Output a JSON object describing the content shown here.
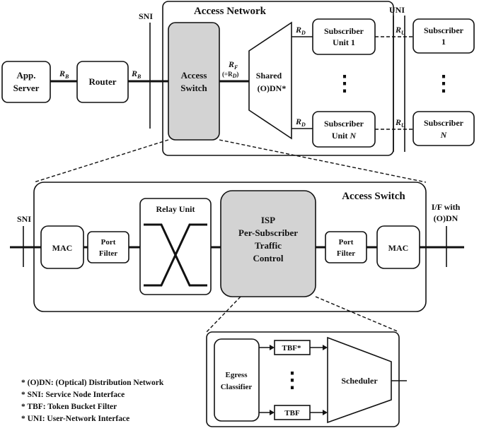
{
  "top": {
    "access_network_title": "Access Network",
    "sni": "SNI",
    "uni": "UNI",
    "app_server": [
      "App.",
      "Server"
    ],
    "router": "Router",
    "access_switch": [
      "Access",
      "Switch"
    ],
    "rate_b": "R",
    "rate_b_sub": "B",
    "rate_f": "R",
    "rate_f_sub": "F",
    "rate_f_eq": "(=R",
    "rate_f_eq_sub": "D",
    "rate_f_eq_close": ")",
    "shared_odn": [
      "Shared",
      "(O)DN*"
    ],
    "rate_d": "R",
    "rate_d_sub": "D",
    "rate_u": "R",
    "rate_u_sub": "U",
    "subscriber_unit_1": [
      "Subscriber",
      "Unit 1"
    ],
    "subscriber_unit_n": [
      "Subscriber",
      "Unit "
    ],
    "subscriber_1": [
      "Subscriber",
      "1"
    ],
    "subscriber_n": [
      "Subscriber",
      "N"
    ],
    "n": "N",
    "vdots": "⋮"
  },
  "middle": {
    "title": "Access Switch",
    "sni": "SNI",
    "if_odn": [
      "I/F with",
      "(O)DN"
    ],
    "mac": "MAC",
    "port_filter": [
      "Port",
      "Filter"
    ],
    "relay_unit": "Relay Unit",
    "isp": [
      "ISP",
      "Per-Subscriber",
      "Traffic",
      "Control"
    ]
  },
  "bottom": {
    "egress": [
      "Egress",
      "Classifier"
    ],
    "tbf": "TBF",
    "tbf_star": "TBF*",
    "scheduler": "Scheduler",
    "vdots": "⋮"
  },
  "legend": [
    "* (O)DN: (Optical) Distribution Network",
    "* SNI: Service Node Interface",
    "* TBF: Token Bucket Filter",
    "* UNI: User-Network Interface"
  ]
}
